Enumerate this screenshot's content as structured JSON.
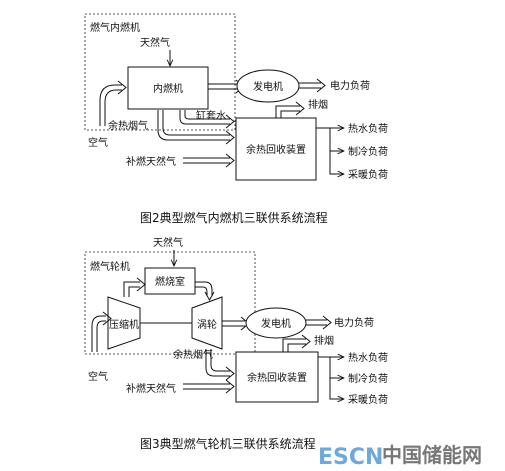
{
  "fig2": {
    "group_label": "燃气内燃机",
    "engine": "内燃机",
    "natural_gas": "天然气",
    "generator": "发电机",
    "power_load": "电力负荷",
    "exhaust": "排烟",
    "jacket_water": "缸套水",
    "flue_gas": "余热烟气",
    "air": "空气",
    "aux_gas": "补燃天然气",
    "recovery": "余热回收装置",
    "hot_water": "热水负荷",
    "cooling": "制冷负荷",
    "heating": "采暖负荷",
    "caption": "图2典型燃气内燃机三联供系统流程"
  },
  "fig3": {
    "group_label": "燃气轮机",
    "natural_gas": "天然气",
    "combustor": "燃烧室",
    "compressor": "压缩机",
    "turbine": "涡轮",
    "generator": "发电机",
    "power_load": "电力负荷",
    "exhaust": "排烟",
    "flue_gas": "余热烟气",
    "air": "空气",
    "aux_gas": "补燃天然气",
    "recovery": "余热回收装置",
    "hot_water": "热水负荷",
    "cooling": "制冷负荷",
    "heating": "采暖负荷",
    "caption": "图3典型燃气轮机三联供系统流程"
  },
  "watermark": {
    "logo": "ESCN",
    "text": "中国储能网",
    "logo_color": "#6fa8dc"
  }
}
